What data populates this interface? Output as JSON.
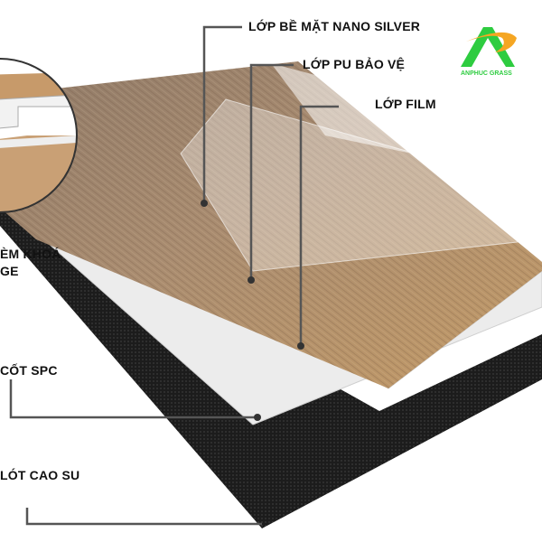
{
  "labels": {
    "nano_silver": "LỚP BỀ MẶT NANO SILVER",
    "pu": "LỚP PU BẢO VỆ",
    "film": "LỚP FILM",
    "lock_line1": "ÈM KHOÁ",
    "lock_line2": "GE",
    "spc": "CỐT SPC",
    "rubber": "LÓT CAO SU"
  },
  "logo": {
    "text": "ANPHUC GRASS",
    "green": "#2ecc40",
    "orange": "#f5a623"
  },
  "colors": {
    "wood": "#b08a64",
    "leader": "#555555"
  }
}
